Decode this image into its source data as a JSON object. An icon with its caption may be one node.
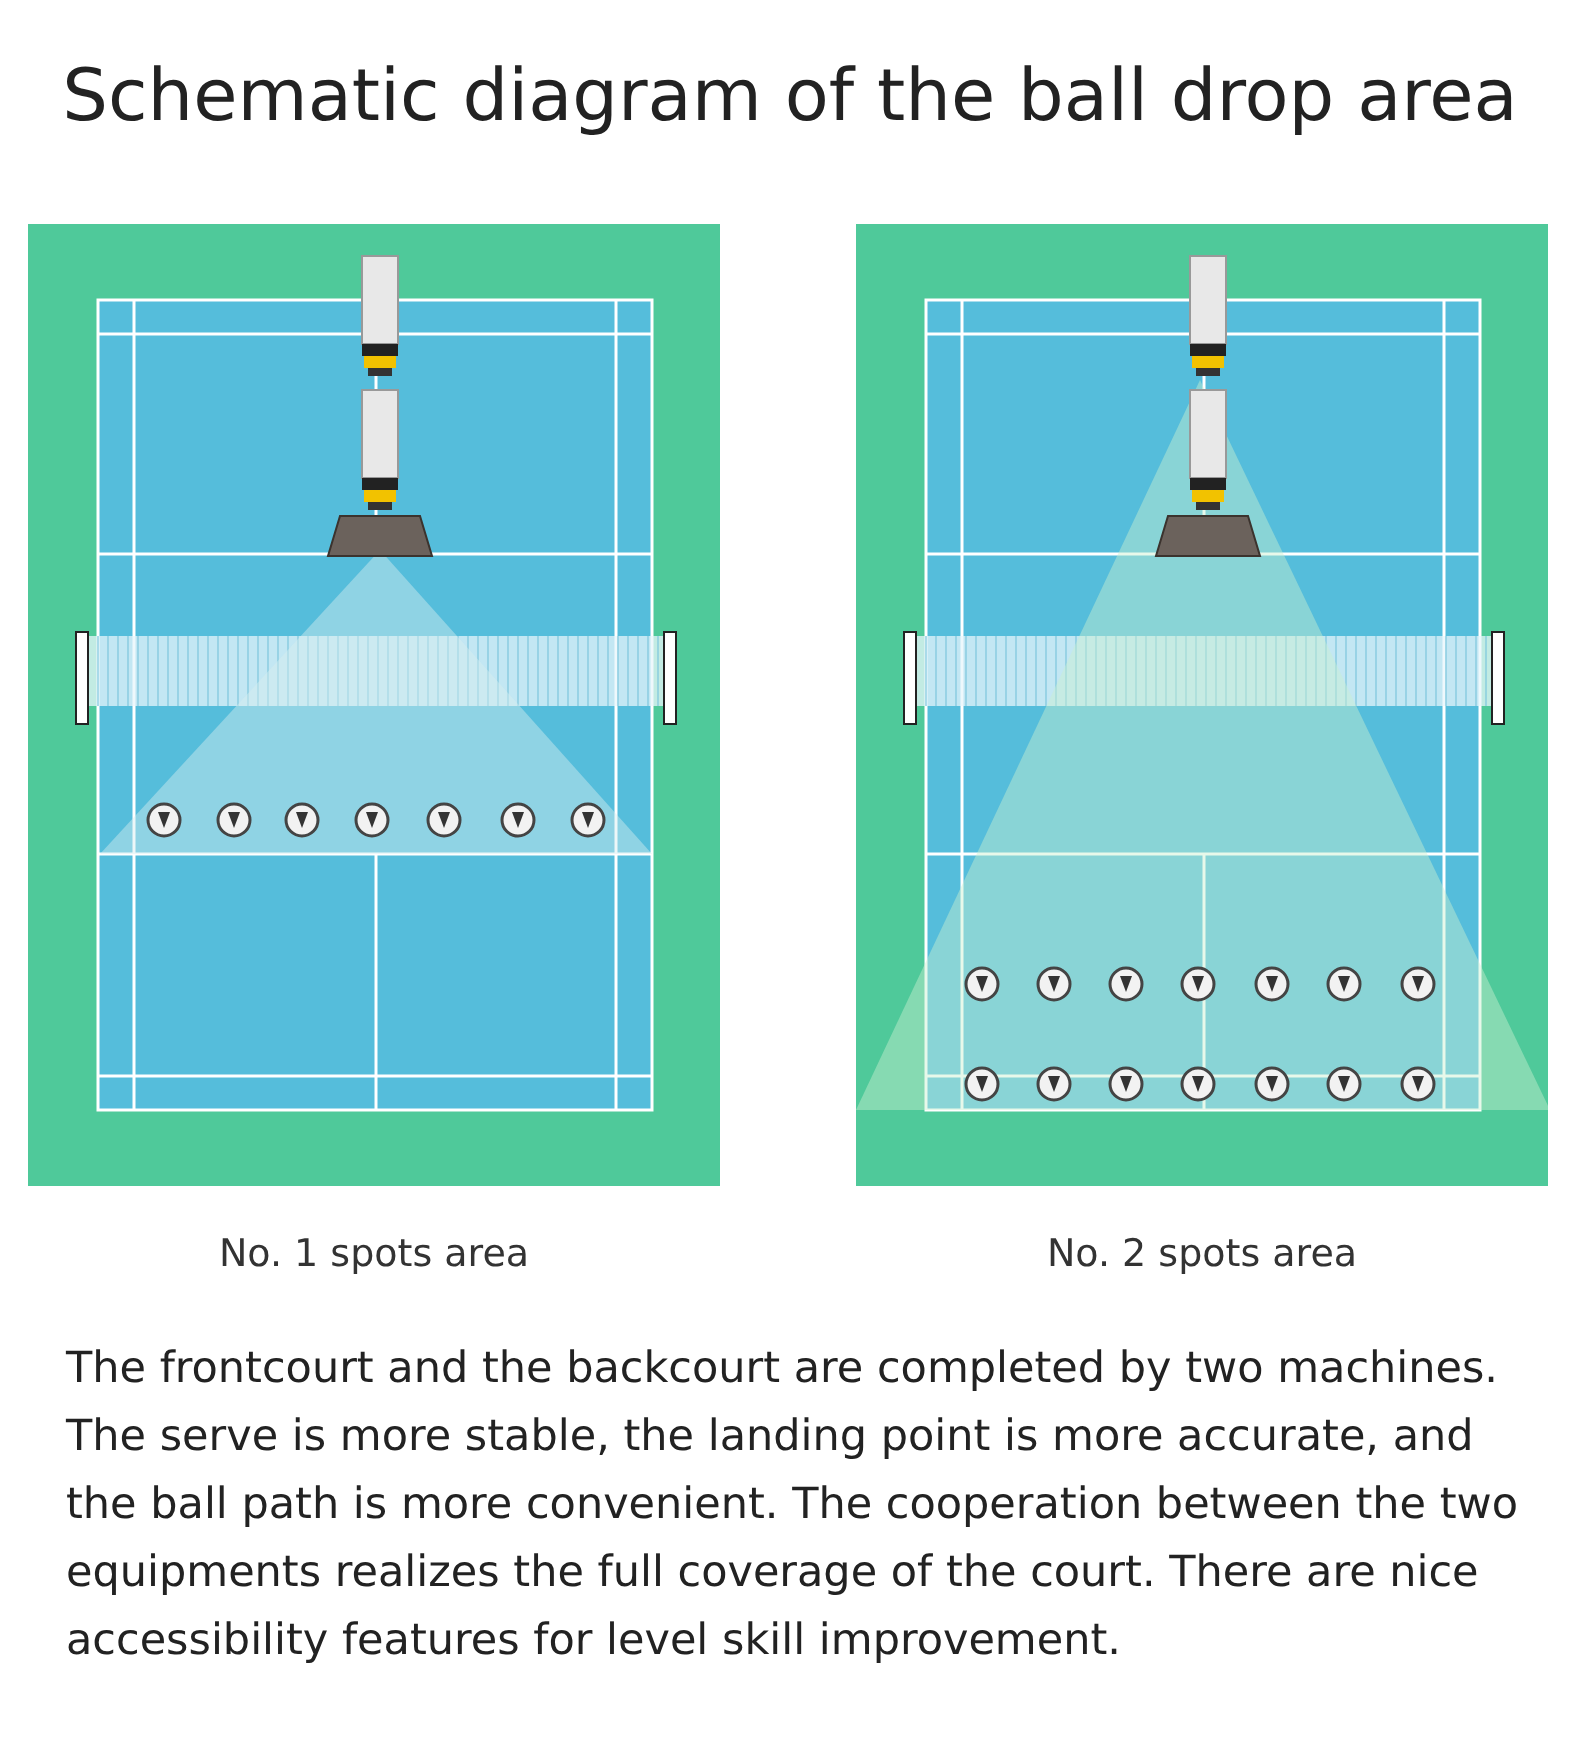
{
  "diagram": {
    "title": "Schematic diagram of the ball drop area",
    "labels": [
      "No. 1 spots area",
      "No. 2 spots area",
      "The frontcourt and the backcourt are completed by two machines. The serve is more stable, the landing point is more accurate, and the ball path is more convenient. The cooperation between the two equipments realizes the full coverage of the court. There are nice accessibility features for level skill improvement."
    ]
  }
}
